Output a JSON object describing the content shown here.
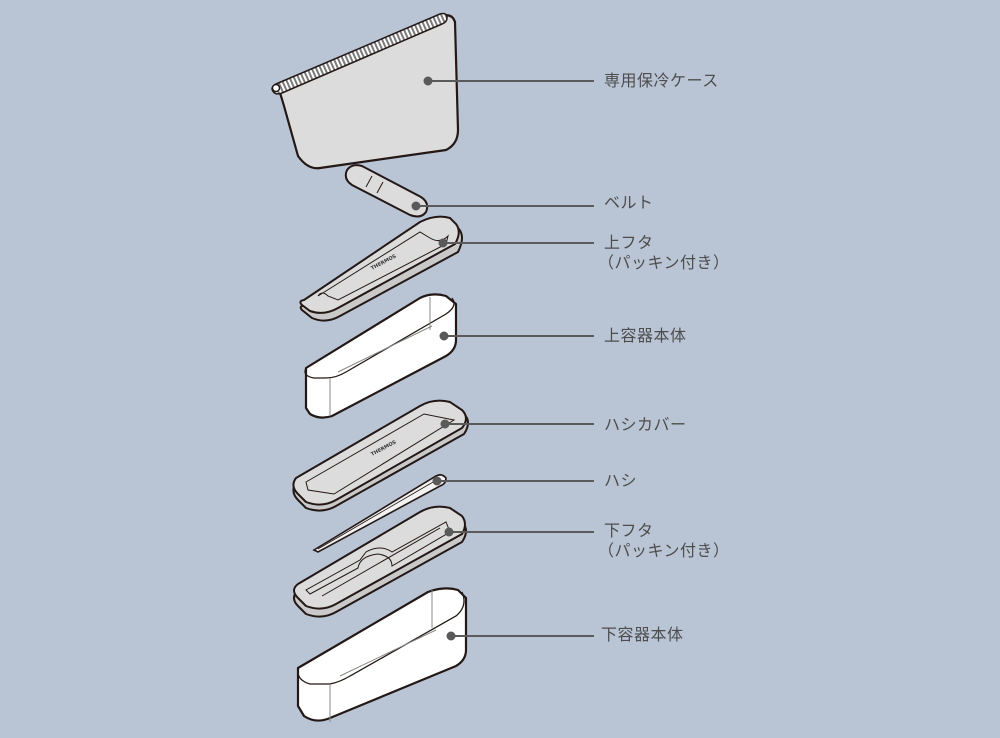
{
  "diagram": {
    "title": "Exploded parts view",
    "brand_mark": "THERMOS",
    "colors": {
      "background": "#b9c5d5",
      "label_text": "#4d4d4d",
      "leader_line": "#5a5a5a",
      "outline": "#231815",
      "part_gray": "#dcdcdc",
      "part_white": "#ffffff"
    },
    "parts": [
      {
        "id": "case",
        "label": "専用保冷ケース",
        "sublabel": null
      },
      {
        "id": "belt",
        "label": "ベルト",
        "sublabel": null
      },
      {
        "id": "upper-lid",
        "label": "上フタ",
        "sublabel": "（パッキン付き）"
      },
      {
        "id": "upper-container",
        "label": "上容器本体",
        "sublabel": null
      },
      {
        "id": "chopstick-cover",
        "label": "ハシカバー",
        "sublabel": null
      },
      {
        "id": "chopsticks",
        "label": "ハシ",
        "sublabel": null
      },
      {
        "id": "lower-lid",
        "label": "下フタ",
        "sublabel": "（パッキン付き）"
      },
      {
        "id": "lower-container",
        "label": "下容器本体",
        "sublabel": null
      }
    ]
  }
}
